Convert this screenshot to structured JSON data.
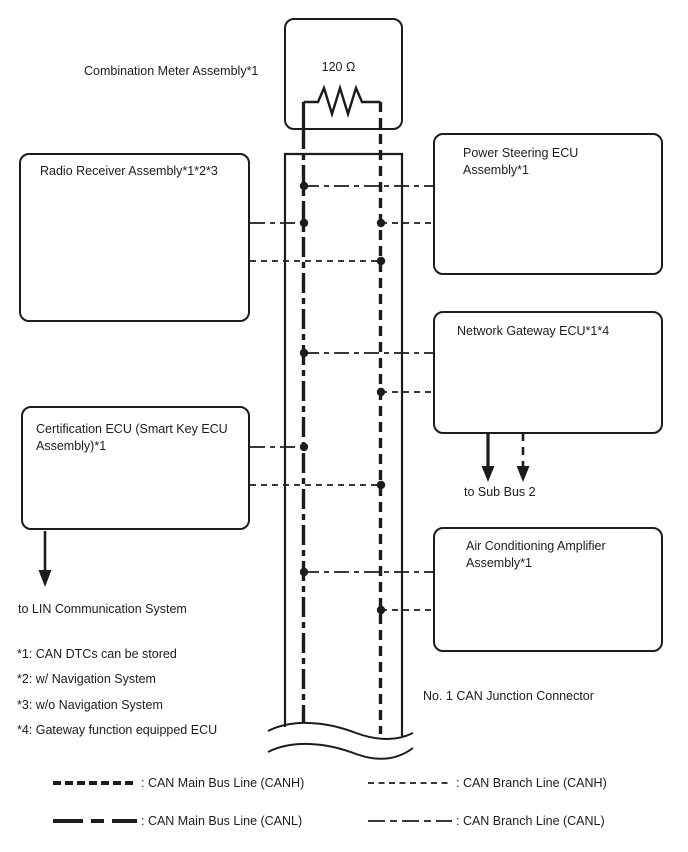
{
  "diagram": {
    "combination_meter_label": "Combination Meter Assembly*1",
    "resistor_label": "120 Ω",
    "junction_connector_label": "No. 1 CAN Junction Connector",
    "sub_bus_label": "to Sub Bus 2",
    "lin_label": "to LIN Communication System"
  },
  "boxes": {
    "radio": {
      "lines": [
        "Radio Receiver Assembly*1*2*3"
      ]
    },
    "certification": {
      "lines": [
        "Certification ECU (Smart Key ECU",
        "Assembly)*1"
      ]
    },
    "power_steering": {
      "lines": [
        "Power Steering ECU",
        "Assembly*1"
      ]
    },
    "network_gateway": {
      "lines": [
        "Network Gateway ECU*1*4"
      ]
    },
    "air_conditioning": {
      "lines": [
        "Air Conditioning Amplifier",
        "Assembly*1"
      ]
    }
  },
  "notes": [
    "*1: CAN DTCs can be stored",
    "*2: w/ Navigation System",
    "*3: w/o Navigation System",
    "*4: Gateway function equipped ECU"
  ],
  "legend": {
    "main_canh": ": CAN Main Bus Line (CANH)",
    "branch_canh": ": CAN Branch Line (CANH)",
    "main_canl": ": CAN Main Bus Line (CANL)",
    "branch_canl": ": CAN Branch Line (CANL)"
  },
  "colors": {
    "line": "#1c1c1c",
    "background": "#ffffff"
  }
}
